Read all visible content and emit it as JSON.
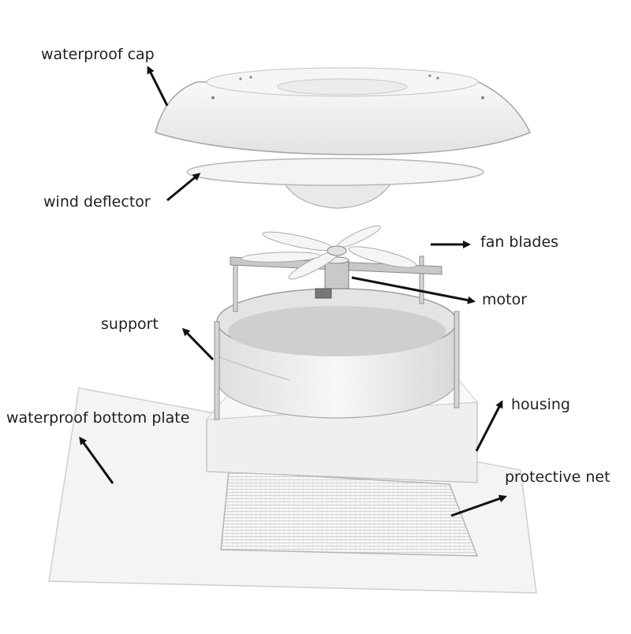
{
  "diagram": {
    "labels": {
      "waterproof_cap": "waterproof cap",
      "wind_deflector": "wind deflector",
      "fan_blades": "fan blades",
      "motor": "motor",
      "support": "support",
      "housing": "housing",
      "waterproof_bottom_plate": "waterproof bottom plate",
      "protective_net": "protective net"
    },
    "colors": {
      "label_text": "#1f1f1f",
      "arrow": "#111111",
      "part_fill": "#f3f3f3",
      "part_stroke": "#9a9a9a"
    }
  }
}
